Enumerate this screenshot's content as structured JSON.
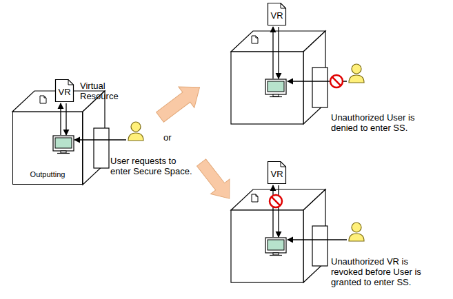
{
  "diagram": {
    "nodes": [
      {
        "text": [
          "Outputting"
        ]
      },
      {
        "text": [
          "VR"
        ]
      },
      {
        "text": [
          "VR"
        ]
      },
      {
        "text": [
          "VR"
        ]
      }
    ],
    "labels": [
      "Virtual Resource",
      "User requests to enter Secure Space.",
      "or",
      "Unauthorized User is denied to enter SS.",
      "Unauthorized VR is revoked before User is granted to enter SS."
    ]
  }
}
